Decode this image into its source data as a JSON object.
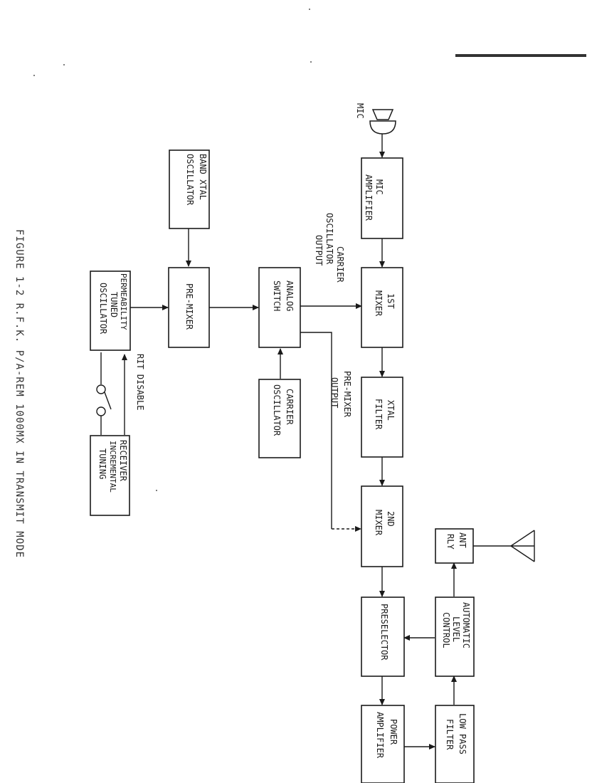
{
  "caption": "FIGURE 1-2   R.F.K. P/A-REM 1000MX   IN TRANSMIT MODE",
  "blocks": {
    "mic_amplifier": [
      "MIC",
      "AMPLIFIER"
    ],
    "first_mixer": [
      "1ST",
      "MIXER"
    ],
    "xtal_filter": [
      "XTAL",
      "FILTER"
    ],
    "second_mixer": [
      "2ND",
      "MIXER"
    ],
    "preselector": [
      "PRESELECTOR"
    ],
    "power_amplifier": [
      "POWER",
      "AMPLIFIER"
    ],
    "low_pass_filter": [
      "LOW PASS",
      "FILTER"
    ],
    "automatic_level_control": [
      "AUTOMATIC",
      "LEVEL",
      "CONTROL"
    ],
    "ant_rly": [
      "ANT",
      "RLY"
    ],
    "band_xtal_oscillator": [
      "BAND XTAL",
      "OSCILLATOR"
    ],
    "pre_mixer": [
      "PRE-MIXER"
    ],
    "analog_switch": [
      "ANALOG",
      "SWITCH"
    ],
    "carrier_oscillator": [
      "CARRIER",
      "OSCILLATOR"
    ],
    "permeability_tuned_oscillator": [
      "PERMEABILITY",
      "TUNED",
      "OSCILLATOR"
    ],
    "receiver_incremental_tuning": [
      "RECEIVER",
      "INCREMENTAL",
      "TUNING"
    ]
  },
  "labels": {
    "mic": "MIC",
    "carrier_oscillator_output": [
      "CARRIER",
      "OSCILLATOR",
      "OUTPUT"
    ],
    "pre_mixer_output": [
      "PRE-MIXER",
      "OUTPUT"
    ],
    "rit_disable": "RIT DISABLE"
  }
}
